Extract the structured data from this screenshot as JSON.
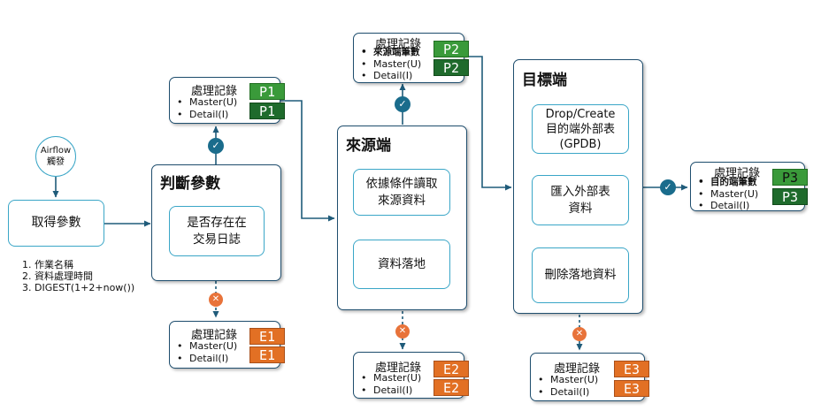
{
  "trigger": {
    "label": "Airflow\n觸發"
  },
  "get_params": {
    "label": "取得參數"
  },
  "param_notes": [
    "1. 作業名稱",
    "2. 資料處理時間",
    "3. DIGEST(1+2+now())"
  ],
  "judge": {
    "title": "判斷參數",
    "check": "是否存在在\n交易日誌"
  },
  "source": {
    "title": "來源端",
    "read": "依據條件讀取\n來源資料",
    "land": "資料落地"
  },
  "target": {
    "title": "目標端",
    "drop": "Drop/Create\n目的端外部表\n(GPDB)",
    "import": "匯入外部表\n資料",
    "delete": "刪除落地資料"
  },
  "records": {
    "p1": {
      "title": "處理記錄",
      "items": [
        "Master(U)",
        "Detail(I)"
      ],
      "badge_a": "P1",
      "badge_b": "P1"
    },
    "p2": {
      "title": "處理記錄",
      "items": [
        "來源端筆數",
        "Master(U)",
        "Detail(I)"
      ],
      "badge_a": "P2",
      "badge_b": "P2"
    },
    "p3": {
      "title": "處理記錄",
      "items": [
        "目的端筆數",
        "Master(U)",
        "Detail(I)"
      ],
      "badge_a": "P3",
      "badge_b": "P3"
    },
    "e1": {
      "title": "處理記錄",
      "items": [
        "Master(U)",
        "Detail(I)"
      ],
      "badge_a": "E1",
      "badge_b": "E1"
    },
    "e2": {
      "title": "處理記錄",
      "items": [
        "Master(U)",
        "Detail(I)"
      ],
      "badge_a": "E2",
      "badge_b": "E2"
    },
    "e3": {
      "title": "處理記錄",
      "items": [
        "Master(U)",
        "Detail(I)"
      ],
      "badge_a": "E3",
      "badge_b": "E3"
    }
  },
  "icons": {
    "success": "check-circle-icon",
    "failure": "x-circle-icon"
  },
  "colors": {
    "line": "#1f5b7a",
    "inner_border": "#3aa6c7",
    "success": "#1a6c8c",
    "error": "#e8733a",
    "green": "#3a9a3a",
    "dark_green": "#1f6b2c",
    "orange": "#e27024"
  }
}
